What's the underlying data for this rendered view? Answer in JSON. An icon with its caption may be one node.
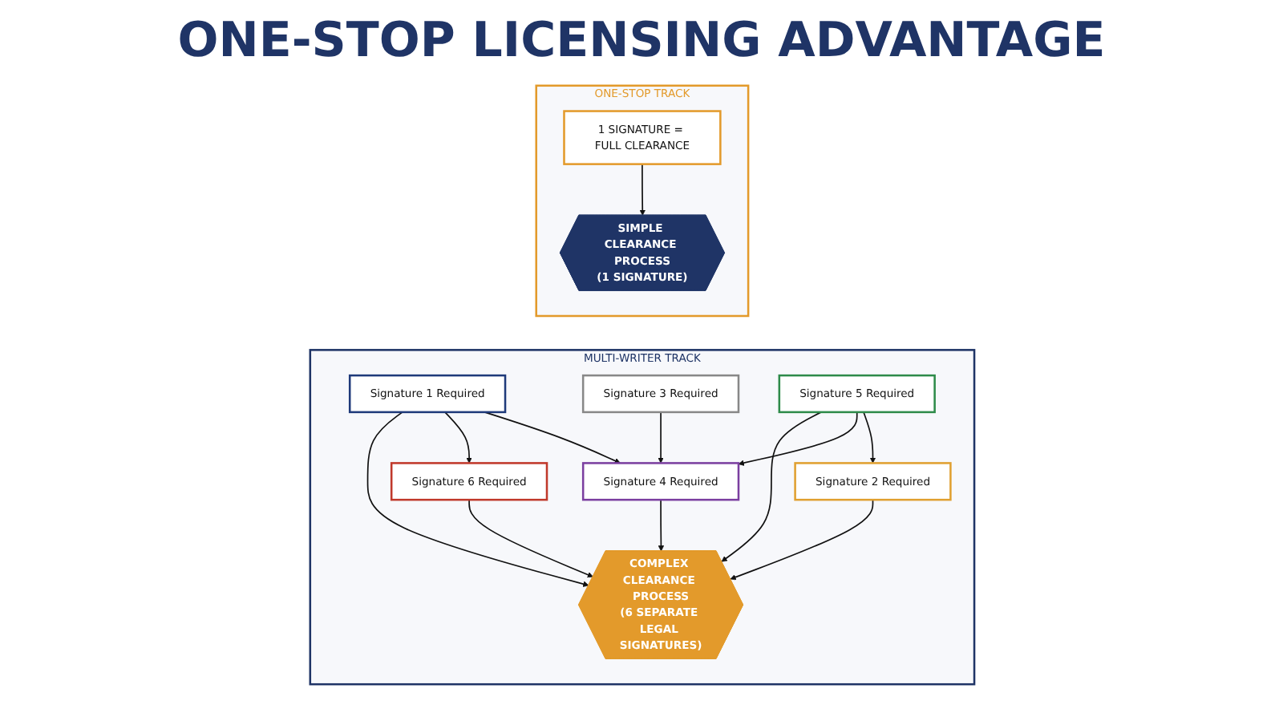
{
  "diagram": {
    "title": "ONE-STOP LICENSING ADVANTAGE",
    "nodes": [
      {
        "text": [
          "MULTI-WRITER TRACK"
        ]
      },
      {
        "text": [
          "Signature 1 Required"
        ],
        "in": 0
      },
      {
        "text": [
          "Signature 2 Required"
        ],
        "in": 0
      },
      {
        "text": [
          "Signature 3 Required"
        ],
        "in": 0
      },
      {
        "text": [
          "Signature 4 Required"
        ],
        "in": 0
      },
      {
        "text": [
          "Signature 5 Required"
        ],
        "in": 0
      },
      {
        "text": [
          "Signature 6 Required"
        ],
        "in": 0
      },
      {
        "text": [
          "COMPLEX CLEARANCE PROCESS",
          "(6 SEPARATE LEGAL SIGNATURES)"
        ],
        "in": 0
      },
      {
        "text": [
          "ONE-STOP TRACK"
        ]
      },
      {
        "text": [
          "1 SIGNATURE = FULL CLEARANCE"
        ],
        "in": 8
      },
      {
        "text": [
          "SIMPLE CLEARANCE PROCESS",
          "(1 SIGNATURE)"
        ],
        "in": 8
      }
    ],
    "edges": [
      {
        "from": 1,
        "to": 4,
        "arrow": "to"
      },
      {
        "from": 1,
        "to": 6,
        "arrow": "to"
      },
      {
        "from": 1,
        "to": 7,
        "arrow": "to"
      },
      {
        "from": 2,
        "to": 7,
        "arrow": "to"
      },
      {
        "from": 3,
        "to": 4,
        "arrow": "to"
      },
      {
        "from": 4,
        "to": 7,
        "arrow": "to"
      },
      {
        "from": 5,
        "to": 2,
        "arrow": "to"
      },
      {
        "from": 5,
        "to": 4,
        "arrow": "to"
      },
      {
        "from": 5,
        "to": 7,
        "arrow": "to"
      },
      {
        "from": 6,
        "to": 7,
        "arrow": "to"
      },
      {
        "from": 9,
        "to": 10,
        "arrow": "to"
      }
    ]
  }
}
